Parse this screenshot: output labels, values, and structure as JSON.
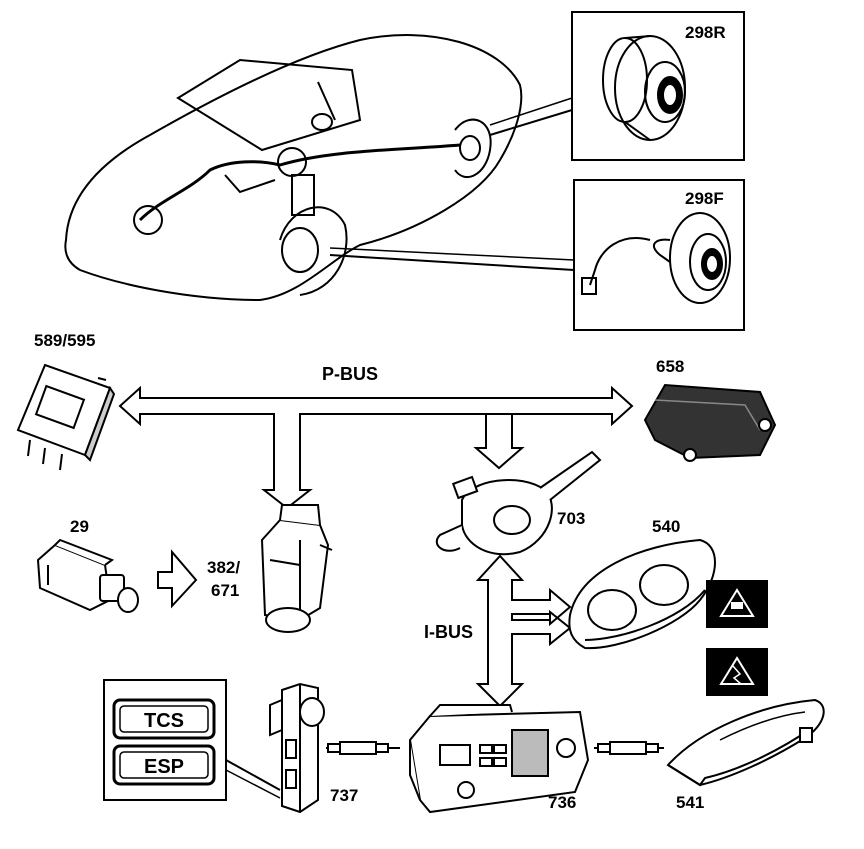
{
  "diagram": {
    "bus_labels": {
      "p_bus": "P-BUS",
      "i_bus": "I-BUS"
    },
    "components": {
      "sensor_rear": "298R",
      "sensor_front": "298F",
      "module_589": "589/595",
      "module_658": "658",
      "brake_switch": "29",
      "abs_unit": "382/\n671",
      "abs_unit_line1": "382/",
      "abs_unit_line2": "671",
      "steering_module": "703",
      "instrument_cluster": "540",
      "switch_panel": "737",
      "head_unit": "736",
      "display_541": "541"
    },
    "switch_buttons": {
      "tcs": "TCS",
      "esp": "ESP"
    },
    "warning_icons": [
      "triangle-car-warning-icon",
      "triangle-skid-warning-icon"
    ],
    "colors": {
      "line": "#000000",
      "background": "#ffffff",
      "icon_box": "#000000"
    }
  }
}
